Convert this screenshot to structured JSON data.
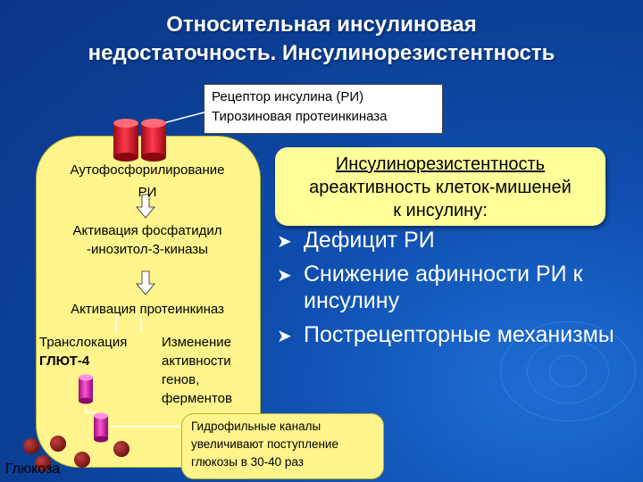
{
  "title": {
    "line1": "Относительная инсулиновая",
    "line2": "недостаточность. Инсулинорезистентность"
  },
  "receptor_label": {
    "line1": "Рецептор инсулина (РИ)",
    "line2": "Тирозиновая протеинкиназа"
  },
  "cell": {
    "autophos_line1": "Аутофосфорилирование",
    "autophos_line2": "РИ",
    "pi3k_line1": "Активация фосфатидил",
    "pi3k_line2": "-инозитол-3-киназы",
    "proteinkinase": "Активация протеинкиназ",
    "translocation_line1": "Транслокация",
    "translocation_line2": "ГЛЮТ-4",
    "gene_line1": "Изменение",
    "gene_line2": "активности",
    "gene_line3": "генов,",
    "gene_line4": "ферментов"
  },
  "insulin_resistance": {
    "heading": "Инсулинорезистентность",
    "line2": "ареактивность клеток-мишеней",
    "line3": "к инсулину:"
  },
  "bullets": [
    "Дефицит РИ",
    "Снижение афинности РИ к инсулину",
    "Пострецепторные механизмы"
  ],
  "channels": {
    "line1": "Гидрофильные каналы",
    "line2": "увеличивают поступление",
    "line3": "глюкозы в 30-40 раз"
  },
  "glucose_label": "Глюкоза",
  "colors": {
    "background": "#0b3f94",
    "cell": "#fff58c",
    "highlight_box": "#ffff99",
    "receptor": "#e8122a",
    "glut4": "#d61fa8",
    "glucose": "#8b1a1a",
    "arrow": "#ffffff"
  },
  "icons": {
    "bullet": "arrow-bullet-icon",
    "receptor": "receptor-cylinders-icon",
    "glut4": "glut4-transporter-icon",
    "glucose": "glucose-molecule-icon"
  }
}
